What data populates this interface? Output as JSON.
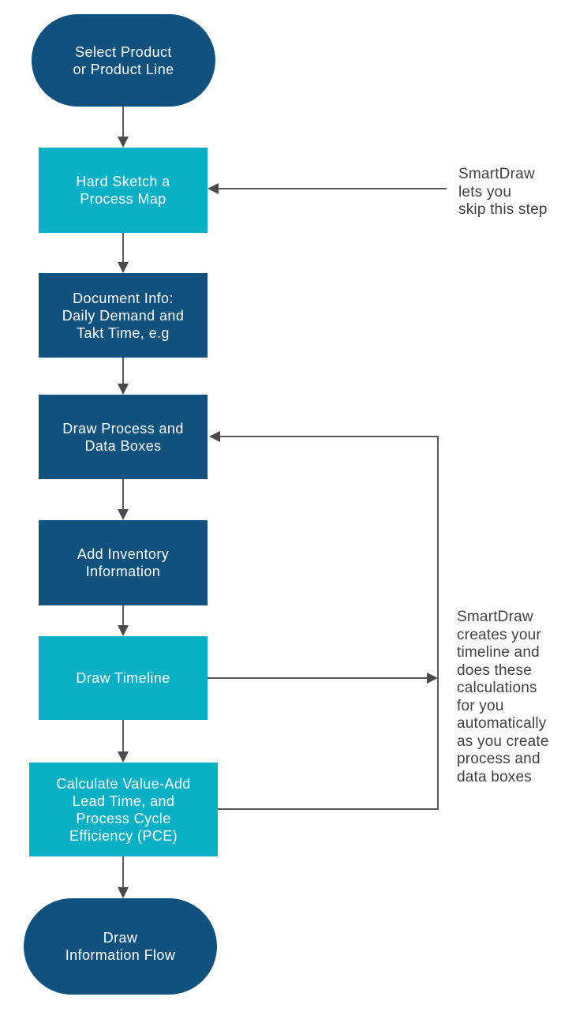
{
  "diagram": {
    "type": "flowchart",
    "background": "#FFFFFF",
    "colors": {
      "node_dark_blue": "#10517E",
      "node_cyan": "#07B0C4",
      "node_text": "#FFFFFF",
      "connector_line": "#58585A",
      "arrowhead": "#4A4A4D",
      "annotation_text": "#404040"
    },
    "nodes": [
      {
        "id": "select-product",
        "shape": "terminator",
        "fill": "#10517E",
        "label": "Select Product\nor Product Line"
      },
      {
        "id": "hand-sketch",
        "shape": "process",
        "fill": "#07B0C4",
        "label": "Hard Sketch a\nProcess Map"
      },
      {
        "id": "document-info",
        "shape": "process",
        "fill": "#10517E",
        "label": "Document Info:\nDaily Demand and\nTakt Time, e.g"
      },
      {
        "id": "draw-process",
        "shape": "process",
        "fill": "#10517E",
        "label": "Draw Process and\nData Boxes"
      },
      {
        "id": "add-inventory",
        "shape": "process",
        "fill": "#10517E",
        "label": "Add Inventory\nInformation"
      },
      {
        "id": "draw-timeline",
        "shape": "process",
        "fill": "#07B0C4",
        "label": "Draw Timeline"
      },
      {
        "id": "calculate-pce",
        "shape": "process",
        "fill": "#07B0C4",
        "label": "Calculate Value-Add\nLead Time, and\nProcess Cycle\nEfficiency (PCE)"
      },
      {
        "id": "draw-information-flow",
        "shape": "terminator",
        "fill": "#10517E",
        "label": "Draw\nInformation Flow"
      }
    ],
    "edges": [
      {
        "from": "select-product",
        "to": "hand-sketch",
        "style": "arrow-down"
      },
      {
        "from": "hand-sketch",
        "to": "document-info",
        "style": "arrow-down"
      },
      {
        "from": "document-info",
        "to": "draw-process",
        "style": "arrow-down"
      },
      {
        "from": "draw-process",
        "to": "add-inventory",
        "style": "arrow-down"
      },
      {
        "from": "add-inventory",
        "to": "draw-timeline",
        "style": "arrow-down"
      },
      {
        "from": "draw-timeline",
        "to": "calculate-pce",
        "style": "arrow-down"
      },
      {
        "from": "calculate-pce",
        "to": "draw-information-flow",
        "style": "arrow-down"
      },
      {
        "from": "skip-step-note",
        "to": "hand-sketch",
        "style": "arrow-left"
      },
      {
        "from": "loop-line",
        "to": "draw-process",
        "style": "arrow-left"
      },
      {
        "from": "draw-timeline",
        "to": "loop-line",
        "style": "arrow-right"
      },
      {
        "from": "calculate-pce",
        "to": "loop-line",
        "style": "plain"
      }
    ],
    "annotations": [
      {
        "id": "skip-step-note",
        "text": "SmartDraw\nlets you\nskip this step"
      },
      {
        "id": "auto-calc-note",
        "text": "SmartDraw\ncreates your\ntimeline and\ndoes these\ncalculations\nfor you\nautomatically\nas you create\nprocess and\ndata boxes"
      }
    ]
  }
}
